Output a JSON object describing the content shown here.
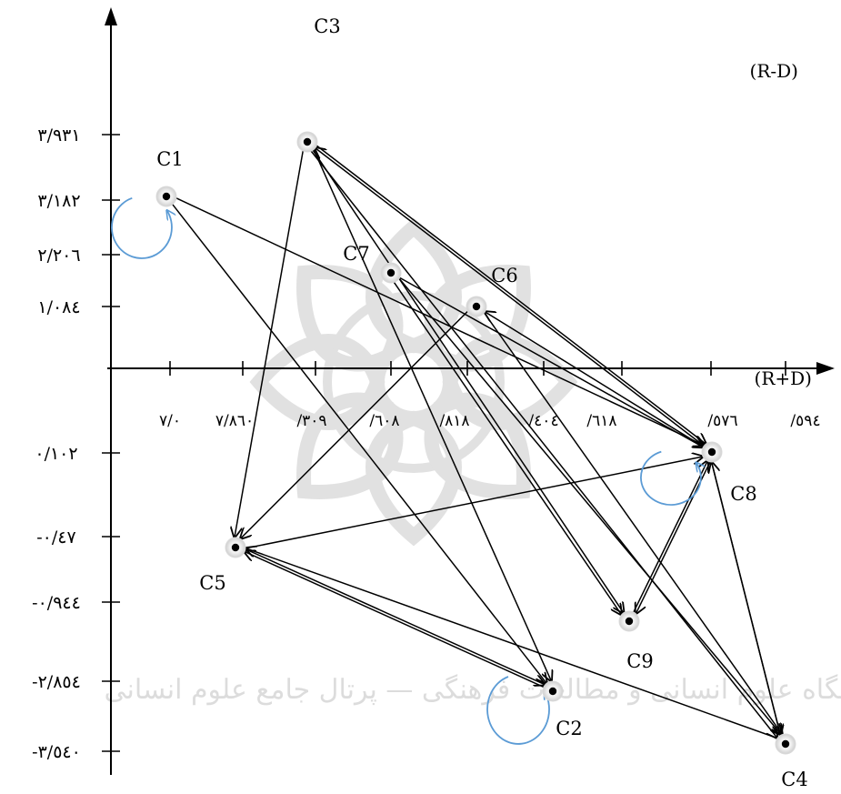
{
  "diagram": {
    "title": "C3",
    "axis_y_label": "(R-D)",
    "axis_x_label": "(R+D)",
    "y_ticks": [
      "۳/۹۳۱",
      "۳/۱۸۲",
      "۲/۲۰٦",
      "۱/۰۸٤",
      "۰/۱۰۲",
      "-۰/٤۷",
      "-۰/۹٤٤",
      "-۲/۸٥٤",
      "-۳/٥٤۰"
    ],
    "x_ticks": [
      "۷/۰",
      "۷/۸٦۰",
      "/۳۰۹",
      "/٦۰۸",
      "/۸۱۸",
      "/٤۰٤",
      "/٦۱۸",
      "/٥۷٦",
      "/٥۹٤"
    ],
    "nodes": [
      {
        "id": "C1",
        "label": "C1",
        "self_loop": true
      },
      {
        "id": "C2",
        "label": "C2",
        "self_loop": true
      },
      {
        "id": "C3",
        "label": "C3",
        "self_loop": false
      },
      {
        "id": "C4",
        "label": "C4",
        "self_loop": false
      },
      {
        "id": "C5",
        "label": "C5",
        "self_loop": false
      },
      {
        "id": "C6",
        "label": "C6",
        "self_loop": false
      },
      {
        "id": "C7",
        "label": "C7",
        "self_loop": false
      },
      {
        "id": "C8",
        "label": "C8",
        "self_loop": true
      },
      {
        "id": "C9",
        "label": "C9",
        "self_loop": false
      }
    ],
    "edges": [
      {
        "from": "C1",
        "to": "C8"
      },
      {
        "from": "C1",
        "to": "C2"
      },
      {
        "from": "C3",
        "to": "C5"
      },
      {
        "from": "C3",
        "to": "C2"
      },
      {
        "from": "C3",
        "to": "C9"
      },
      {
        "from": "C3",
        "to": "C4"
      },
      {
        "from": "C3",
        "to": "C8"
      },
      {
        "from": "C8",
        "to": "C3"
      },
      {
        "from": "C7",
        "to": "C9"
      },
      {
        "from": "C7",
        "to": "C4"
      },
      {
        "from": "C7",
        "to": "C8"
      },
      {
        "from": "C6",
        "to": "C5"
      },
      {
        "from": "C6",
        "to": "C4"
      },
      {
        "from": "C8",
        "to": "C6"
      },
      {
        "from": "C5",
        "to": "C8"
      },
      {
        "from": "C5",
        "to": "C2"
      },
      {
        "from": "C2",
        "to": "C5"
      },
      {
        "from": "C4",
        "to": "C5"
      },
      {
        "from": "C8",
        "to": "C9"
      },
      {
        "from": "C9",
        "to": "C8"
      },
      {
        "from": "C8",
        "to": "C4"
      },
      {
        "from": "C4",
        "to": "C8"
      }
    ],
    "watermark": "پژوهشگاه علوم انسانی و مطالعات فرهنگی — پرتال جامع علوم انسانی",
    "colors": {
      "edge": "#000000",
      "loop": "#5b9bd5",
      "node_halo": "#d9d9d9"
    }
  }
}
